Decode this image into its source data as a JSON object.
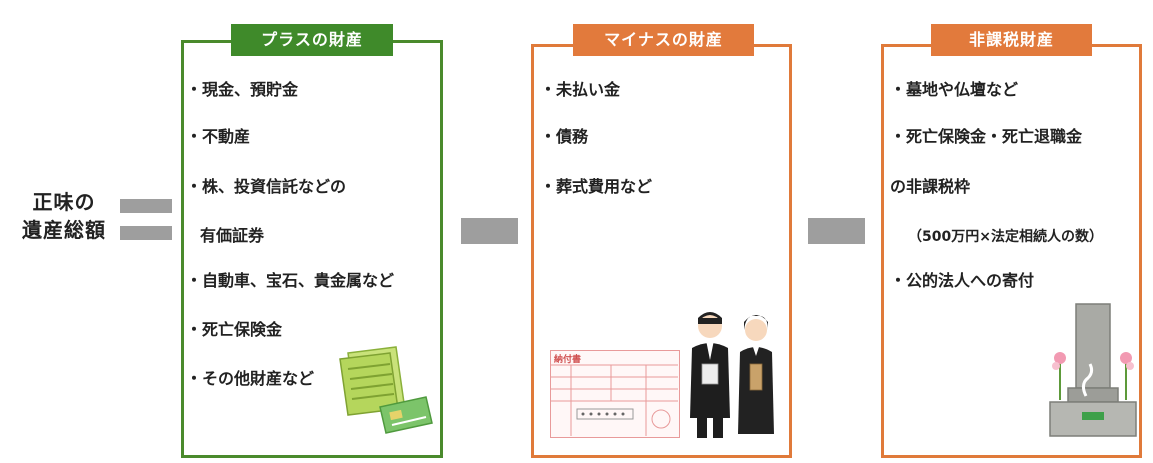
{
  "left_label": [
    "正味の",
    "遺産総額"
  ],
  "plus_box": {
    "title": "プラスの財産",
    "items": [
      "・現金、預貯金",
      "・不動産",
      "・株、投資信託などの",
      "有価証券",
      "・自動車、宝石、貴金属など",
      "・死亡保険金",
      "・その他財産など"
    ]
  },
  "minus_box": {
    "title": "マイナスの財産",
    "items": [
      "・未払い金",
      "・債務",
      "・葬式費用など"
    ],
    "form_title": "納付書"
  },
  "exempt_box": {
    "title": "非課税財産",
    "items": [
      "・墓地や仏壇など",
      "・死亡保険金・死亡退職金",
      "の非課税枠",
      "（500万円×法定相続人の数）",
      "・公的法人への寄付"
    ]
  },
  "colors": {
    "green": "#3f8a2a",
    "orange": "#e27a3c",
    "gray": "#9e9e9e"
  }
}
